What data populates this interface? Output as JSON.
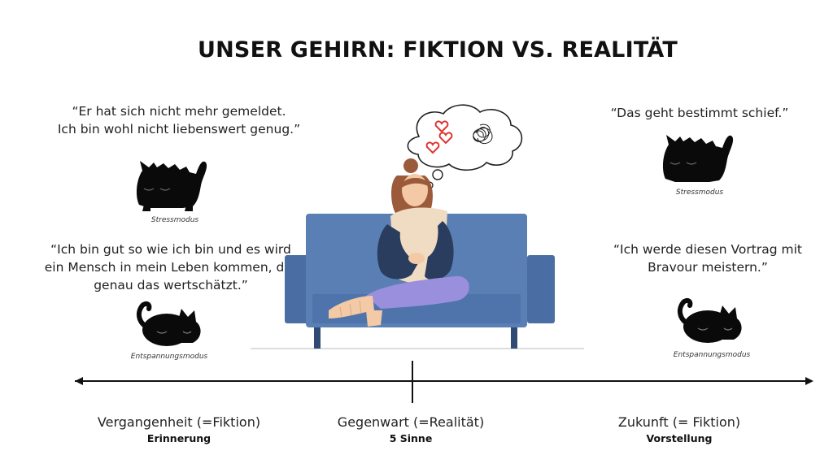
{
  "title": "UNSER GEHIRN: FIKTION VS. REALITÄT",
  "quotes": {
    "top_left": [
      "“Er hat sich nicht mehr gemeldet.",
      "Ich bin wohl nicht liebenswert genug.”"
    ],
    "bottom_left": [
      "“Ich bin gut so wie ich bin und es wird",
      "ein Mensch in mein Leben kommen, der",
      "genau das wertschätzt.”"
    ],
    "top_right": [
      "“Das geht bestimmt schief.”"
    ],
    "bottom_right": [
      "“Ich werde diesen Vortrag mit",
      "Bravour meistern.”"
    ]
  },
  "captions": {
    "top_left": "Stressmodus",
    "bottom_left": "Entspannungsmodus",
    "top_right": "Stressmodus",
    "bottom_right": "Entspannungsmodus"
  },
  "timeline": {
    "past": {
      "label": "Vergangenheit (=Fiktion)",
      "sub": "Erinnerung"
    },
    "present": {
      "label": "Gegenwart (=Realität)",
      "sub": "5 Sinne"
    },
    "future": {
      "label": "Zukunft (= Fiktion)",
      "sub": "Vorstellung"
    }
  },
  "icons": [
    "stressed-cat-icon",
    "relaxed-cat-icon",
    "thought-bubble-icon",
    "heart-icon",
    "scribble-icon",
    "sofa-icon",
    "woman-figure-icon"
  ],
  "colors": {
    "sofa": "#5a7fb5",
    "sofa_dark": "#4a6ea3",
    "hair": "#9b5a3a",
    "pants": "#9a8fdc",
    "hearts": "#e0312f",
    "cat": "#0a0a0a"
  }
}
